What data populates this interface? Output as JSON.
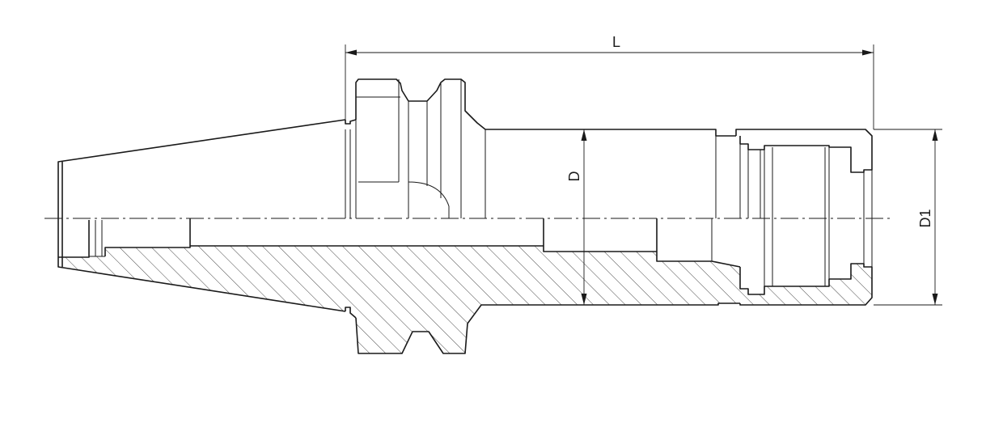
{
  "dimensions": {
    "length_label": "L",
    "diameter_label": "D",
    "nut_diameter_label": "D1"
  },
  "colors": {
    "line": "#1a1a1a",
    "background": "#ffffff"
  }
}
